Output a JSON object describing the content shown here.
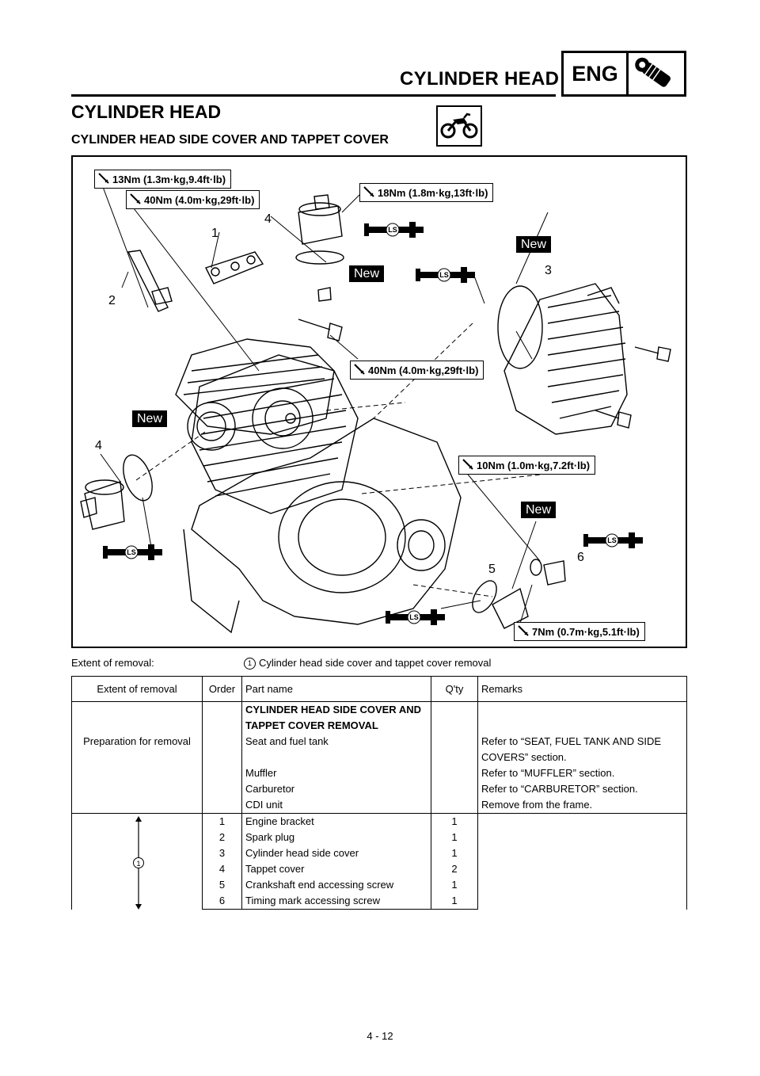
{
  "header": {
    "title": "CYLINDER HEAD",
    "badge": "ENG",
    "badge_icon": "engine-wrench-icon"
  },
  "section_title": "CYLINDER HEAD",
  "subsection_title": "CYLINDER HEAD SIDE COVER AND TAPPET COVER",
  "subsection_icon": "motorcycle-icon",
  "diagram": {
    "torque_labels": [
      "13Nm (1.3m·kg,9.4ft·lb)",
      "40Nm (4.0m·kg,29ft·lb)",
      "18Nm (1.8m·kg,13ft·lb)",
      "40Nm (4.0m·kg,29ft·lb)",
      "10Nm (1.0m·kg,7.2ft·lb)",
      "7Nm (0.7m·kg,5.1ft·lb)"
    ],
    "new_tags": [
      "New",
      "New",
      "New",
      "New"
    ],
    "callouts": [
      "1",
      "2",
      "3",
      "4",
      "4",
      "5",
      "6"
    ],
    "lube_tag": "LS"
  },
  "extent": {
    "label": "Extent of removal:",
    "marker": "1",
    "item": "Cylinder head side cover and tappet cover removal"
  },
  "table": {
    "headers": [
      "Extent of removal",
      "Order",
      "Part name",
      "Q'ty",
      "Remarks"
    ],
    "prep": {
      "heading": "CYLINDER HEAD SIDE COVER AND TAPPET COVER REMOVAL",
      "extent": "Preparation for removal",
      "rows": [
        {
          "part": "Seat and fuel tank",
          "remarks": "Refer to “SEAT, FUEL TANK AND SIDE COVERS” section."
        },
        {
          "part": "Muffler",
          "remarks": "Refer to “MUFFLER” section."
        },
        {
          "part": "Carburetor",
          "remarks": "Refer to “CARBURETOR” section."
        },
        {
          "part": "CDI unit",
          "remarks": "Remove from the frame."
        }
      ]
    },
    "group_marker": "1",
    "steps": [
      {
        "order": "1",
        "part": "Engine bracket",
        "qty": "1"
      },
      {
        "order": "2",
        "part": "Spark plug",
        "qty": "1"
      },
      {
        "order": "3",
        "part": "Cylinder head side cover",
        "qty": "1"
      },
      {
        "order": "4",
        "part": "Tappet cover",
        "qty": "2"
      },
      {
        "order": "5",
        "part": "Crankshaft end accessing screw",
        "qty": "1"
      },
      {
        "order": "6",
        "part": "Timing mark accessing screw",
        "qty": "1"
      }
    ]
  },
  "page_number": "4 - 12"
}
